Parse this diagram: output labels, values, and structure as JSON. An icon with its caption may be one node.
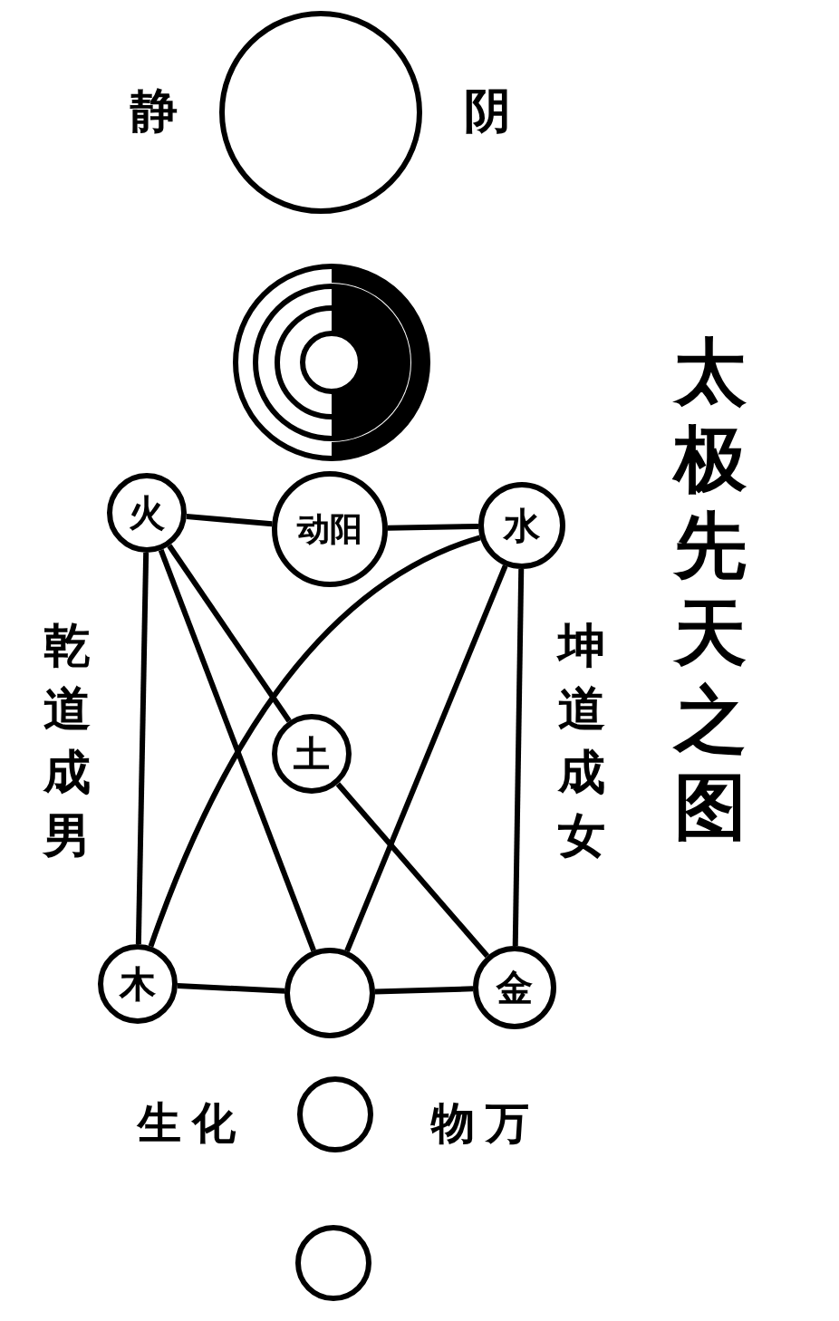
{
  "diagram": {
    "title": "太极先天之图",
    "nodes": [
      {
        "text": [],
        "shape": "circle",
        "beside": [
          "静",
          "阴"
        ]
      },
      {
        "text": [],
        "shape": "picture"
      },
      {
        "text": [
          "火"
        ]
      },
      {
        "text": [
          "动阳"
        ]
      },
      {
        "text": [
          "水"
        ]
      },
      {
        "text": [
          "土"
        ]
      },
      {
        "text": [
          "木"
        ]
      },
      {
        "text": [],
        "shape": "circle"
      },
      {
        "text": [
          "金"
        ]
      },
      {
        "text": [],
        "shape": "circle",
        "beside": [
          "生化",
          "物万"
        ]
      },
      {
        "text": [],
        "shape": "circle"
      }
    ],
    "edges": [
      {
        "from": 2,
        "to": 3,
        "arrow": "none"
      },
      {
        "from": 3,
        "to": 4,
        "arrow": "none"
      },
      {
        "from": 2,
        "to": 6,
        "arrow": "none"
      },
      {
        "from": 4,
        "to": 8,
        "arrow": "none"
      },
      {
        "from": 6,
        "to": 7,
        "arrow": "none"
      },
      {
        "from": 7,
        "to": 8,
        "arrow": "none"
      },
      {
        "from": 2,
        "to": 5,
        "arrow": "none"
      },
      {
        "from": 5,
        "to": 8,
        "arrow": "none"
      },
      {
        "from": 2,
        "to": 7,
        "arrow": "none"
      },
      {
        "from": 4,
        "to": 6,
        "arrow": "none"
      },
      {
        "from": 4,
        "to": 7,
        "arrow": "none"
      }
    ],
    "labels": [
      "乾道成男",
      "坤道成女"
    ]
  }
}
